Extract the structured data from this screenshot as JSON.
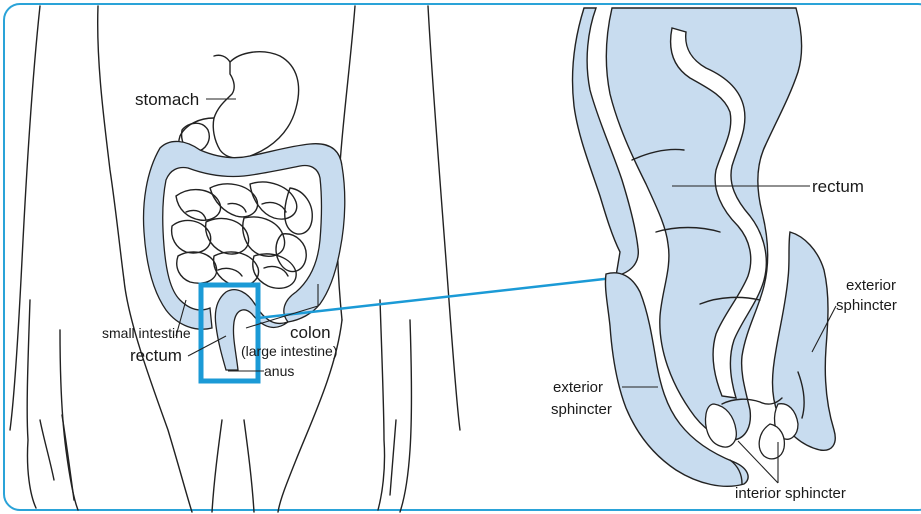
{
  "colors": {
    "frame": "#2aa3d8",
    "tissue": "#c8dcef",
    "zoom": "#1b9ad6",
    "outline": "#222222",
    "background": "#ffffff"
  },
  "left_panel": {
    "labels": {
      "stomach": "stomach",
      "small_intestine": "small intestine",
      "colon": "colon",
      "colon_sub": "(large intestine)",
      "rectum": "rectum",
      "anus": "anus"
    }
  },
  "right_panel": {
    "labels": {
      "rectum": "rectum",
      "exterior_right_1": "exterior",
      "exterior_right_2": "sphincter",
      "exterior_left_1": "exterior",
      "exterior_left_2": "sphincter",
      "interior": "interior sphincter"
    }
  }
}
